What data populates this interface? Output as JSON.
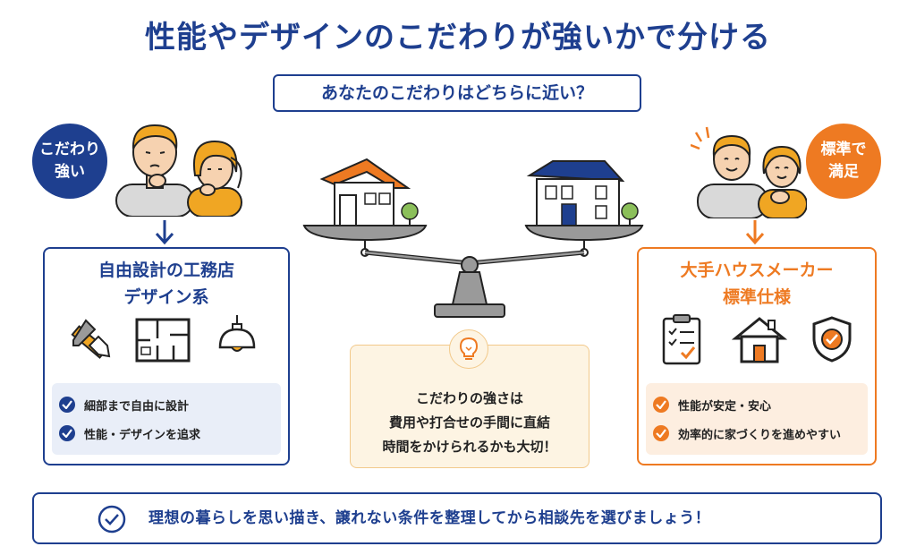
{
  "header": {
    "title": "性能やデザインのこだわりが強いかで分ける",
    "question": "あなたのこだわりはどちらに近い？"
  },
  "left": {
    "badge": "こだわり\n強い",
    "panel_title_1": "自由設計の工務店",
    "panel_title_2": "デザイン系",
    "checks": [
      "細部まで自由に設計",
      "性能・デザインを追求"
    ]
  },
  "right": {
    "badge": "標準で\n満足",
    "panel_title_1": "大手ハウスメーカー",
    "panel_title_2": "標準仕様",
    "checks": [
      "性能が安定・安心",
      "効率的に家づくりを進めやすい"
    ]
  },
  "center": {
    "line1": "こだわりの強さは",
    "line2": "費用や打合せの手間に直結",
    "line3": "時間をかけられるかも大切！"
  },
  "footer": {
    "message": "理想の暮らしを思い描き、譲れない条件を整理してから相談先を選びましょう！"
  },
  "colors": {
    "navy": "#1e3f8f",
    "orange": "#ee7a22",
    "pale_blue": "#e9eef8",
    "pale_orange": "#fdeee0",
    "cream": "#fdf4e3"
  }
}
